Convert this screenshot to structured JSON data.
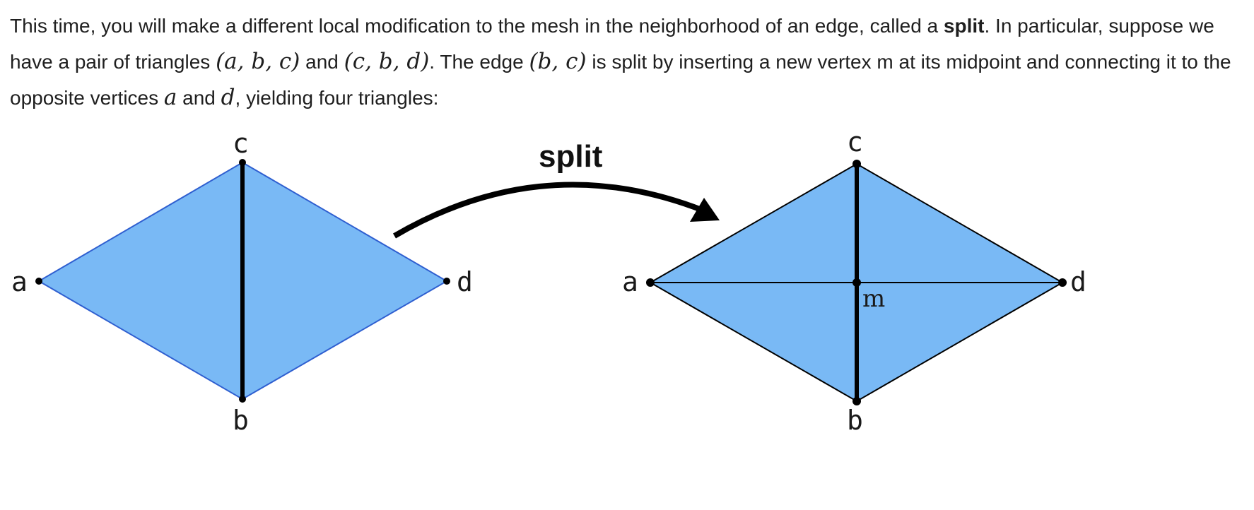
{
  "paragraph": {
    "t1": "This time, you will make a different local modification to the mesh in the neighborhood of an edge, called a ",
    "bold": "split",
    "t2": ". In particular, suppose we have a pair of triangles ",
    "m1": "(a, b, c)",
    "t3": " and ",
    "m2": "(c, b, d)",
    "t4": ". The edge ",
    "m3": "(b, c)",
    "t5": " is split by inserting a new vertex m at its midpoint and connecting it to the opposite vertices ",
    "m4": "a",
    "t6": " and ",
    "m5": "d",
    "t7": ", yielding four triangles:"
  },
  "figure": {
    "arrow_label": "split",
    "left_diagram": {
      "a": "a",
      "b": "b",
      "c": "c",
      "d": "d"
    },
    "right_diagram": {
      "a": "a",
      "b": "b",
      "c": "c",
      "d": "d",
      "m": "m"
    },
    "colors": {
      "face": "#79b9f5",
      "edge": "#000000",
      "outline": "#2f5fd0"
    }
  }
}
